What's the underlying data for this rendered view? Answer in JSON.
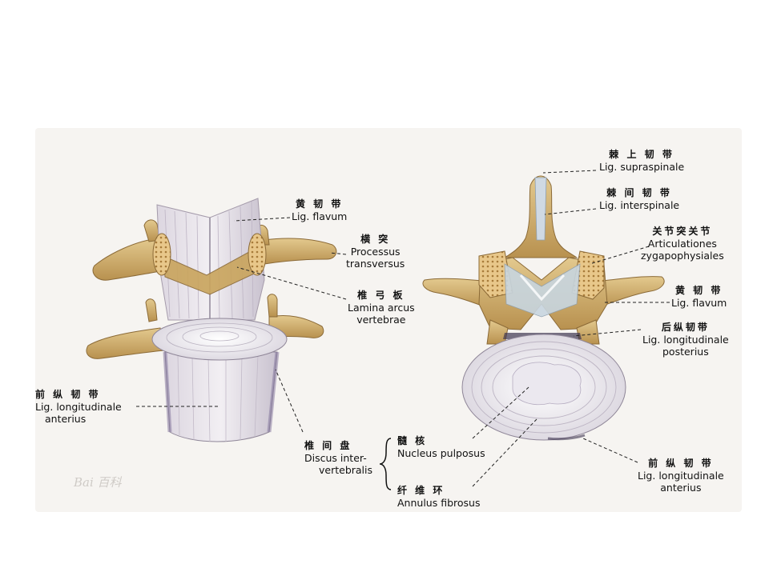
{
  "watermark": "Bai 百科",
  "labels": {
    "lig_flavum_left": {
      "zh": "黄 韧 带",
      "en": "Lig. flavum"
    },
    "processus_transversus": {
      "zh": "横  突",
      "en": [
        "Processus",
        "transversus"
      ]
    },
    "lamina_arcus": {
      "zh": "椎 弓 板",
      "en": [
        "Lamina arcus",
        "vertebrae"
      ]
    },
    "lig_long_ant_left": {
      "zh": "前 纵 韧 带",
      "en": [
        "Lig. longitudinale",
        "anterius"
      ]
    },
    "discus": {
      "zh": "椎 间 盘",
      "en": [
        "Discus inter-",
        "vertebralis"
      ]
    },
    "nucleus": {
      "zh": "髓   核",
      "en": "Nucleus pulposus"
    },
    "annulus": {
      "zh": "纤 维 环",
      "en": "Annulus fibrosus"
    },
    "lig_supraspinale": {
      "zh": "棘 上 韧 带",
      "en": "Lig. supraspinale"
    },
    "lig_interspinale": {
      "zh": "棘 间 韧 带",
      "en": "Lig. interspinale"
    },
    "articulationes": {
      "zh": "关节突关节",
      "en": [
        "Articulationes",
        "zygapophysiales"
      ]
    },
    "lig_flavum_right": {
      "zh": "黄 韧 带",
      "en": "Lig. flavum"
    },
    "lig_long_post": {
      "zh": "后纵韧带",
      "en": [
        "Lig. longitudinale",
        "posterius"
      ]
    },
    "lig_long_ant_right": {
      "zh": "前 纵 韧 带",
      "en": [
        "Lig. longitudinale",
        "anterius"
      ]
    }
  }
}
